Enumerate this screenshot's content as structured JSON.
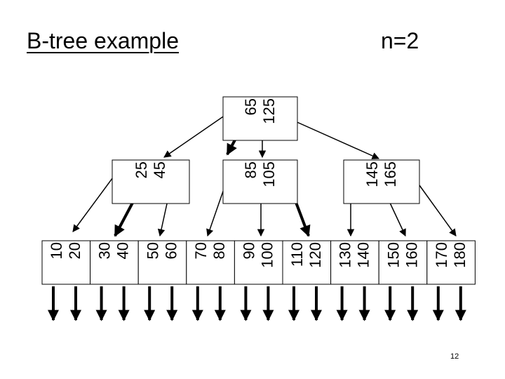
{
  "title": "B-tree example",
  "order_label": "n=2",
  "page_number": "12",
  "colors": {
    "ink": "#000000",
    "background": "#ffffff"
  },
  "tree": {
    "root": {
      "keys": [
        "65",
        "125"
      ]
    },
    "internal": [
      {
        "keys": [
          "25",
          "45"
        ]
      },
      {
        "keys": [
          "85",
          "105"
        ]
      },
      {
        "keys": [
          "145",
          "165"
        ]
      }
    ],
    "leaves": [
      {
        "keys": [
          "10",
          "20"
        ]
      },
      {
        "keys": [
          "30",
          "40"
        ]
      },
      {
        "keys": [
          "50",
          "60"
        ]
      },
      {
        "keys": [
          "70",
          "80"
        ]
      },
      {
        "keys": [
          "90",
          "100"
        ]
      },
      {
        "keys": [
          "110",
          "120"
        ]
      },
      {
        "keys": [
          "130",
          "140"
        ]
      },
      {
        "keys": [
          "150",
          "160"
        ]
      },
      {
        "keys": [
          "170",
          "180"
        ]
      }
    ]
  }
}
